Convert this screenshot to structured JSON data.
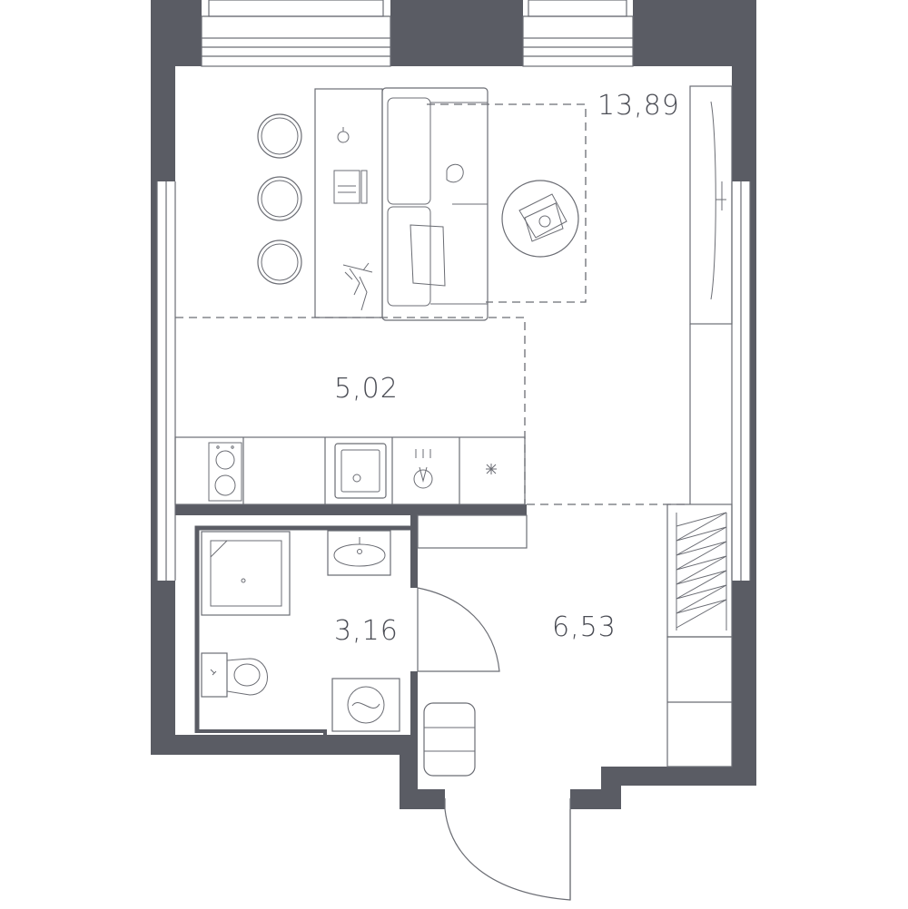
{
  "colors": {
    "wall": "#5a5c64",
    "line": "#6b6d74",
    "text": "#4a4c54",
    "floor": "#ffffff"
  },
  "rooms": [
    {
      "id": "living",
      "area": "13,89"
    },
    {
      "id": "kitchen",
      "area": "5,02"
    },
    {
      "id": "bathroom",
      "area": "3,16"
    },
    {
      "id": "hallway",
      "area": "6,53"
    }
  ],
  "icons": [
    "bar-stool-icon",
    "sofa-icon",
    "coffee-table-icon",
    "tv-icon",
    "desk-icon",
    "plant-icon",
    "stove-icon",
    "sink-icon",
    "faucet-icon",
    "fridge-icon",
    "shower-tray-icon",
    "washbasin-icon",
    "toilet-icon",
    "washing-machine-icon",
    "wardrobe-icon",
    "pouf-icon",
    "door-swing-icon",
    "window-icon"
  ]
}
